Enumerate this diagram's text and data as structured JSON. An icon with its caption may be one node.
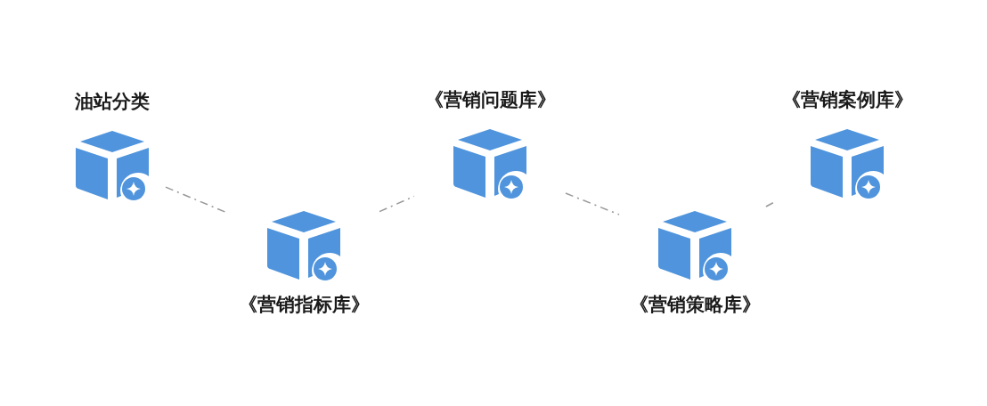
{
  "diagram": {
    "nodes": [
      {
        "text": [
          "油站分类"
        ]
      },
      {
        "text": [
          "《营销指标库》"
        ]
      },
      {
        "text": [
          "《营销问题库》"
        ]
      },
      {
        "text": [
          "《营销策略库》"
        ]
      },
      {
        "text": [
          "《营销案例库》"
        ]
      }
    ],
    "edges": [
      {
        "from": 0,
        "to": 1,
        "arrow": "none",
        "style": "dashed"
      },
      {
        "from": 1,
        "to": 2,
        "arrow": "none",
        "style": "dashed"
      },
      {
        "from": 2,
        "to": 3,
        "arrow": "none",
        "style": "dashed"
      },
      {
        "from": 3,
        "to": 4,
        "arrow": "none",
        "style": "dashed"
      }
    ]
  }
}
